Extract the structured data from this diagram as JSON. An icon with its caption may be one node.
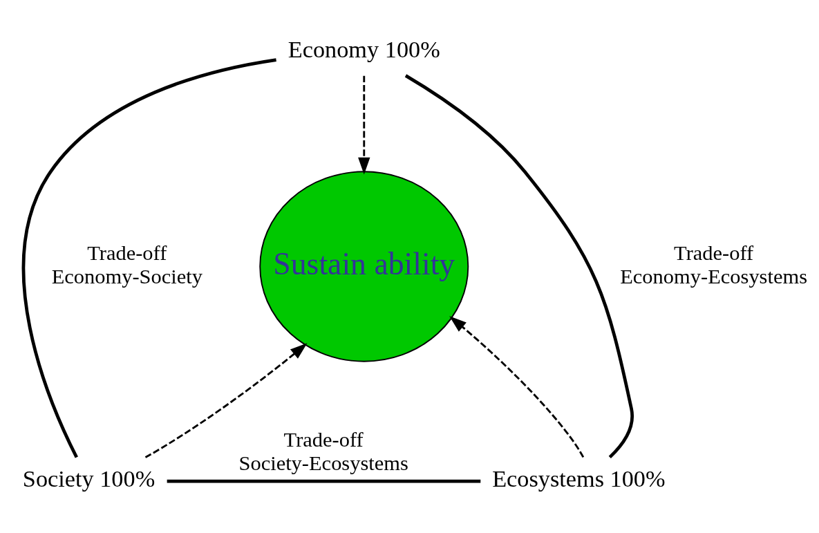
{
  "diagram": {
    "nodes": [
      {
        "text": [
          "Economy 100%"
        ]
      },
      {
        "text": [
          "Sustain ability"
        ]
      },
      {
        "text": [
          "Society 100%"
        ]
      },
      {
        "text": [
          "Ecosystems 100%"
        ]
      }
    ],
    "edges": [
      {
        "from": 0,
        "to": 2,
        "arrow": "none",
        "label": "Trade-off Economy-Society"
      },
      {
        "from": 0,
        "to": 3,
        "arrow": "none",
        "label": "Trade-off Economy-Ecosystems"
      },
      {
        "from": 2,
        "to": 3,
        "arrow": "none",
        "label": "Trade-off Society-Ecosystems"
      },
      {
        "from": 0,
        "to": 1,
        "arrow": "to",
        "style": "dashed"
      },
      {
        "from": 2,
        "to": 1,
        "arrow": "to",
        "style": "dashed"
      },
      {
        "from": 3,
        "to": 1,
        "arrow": "to",
        "style": "dashed"
      }
    ]
  }
}
